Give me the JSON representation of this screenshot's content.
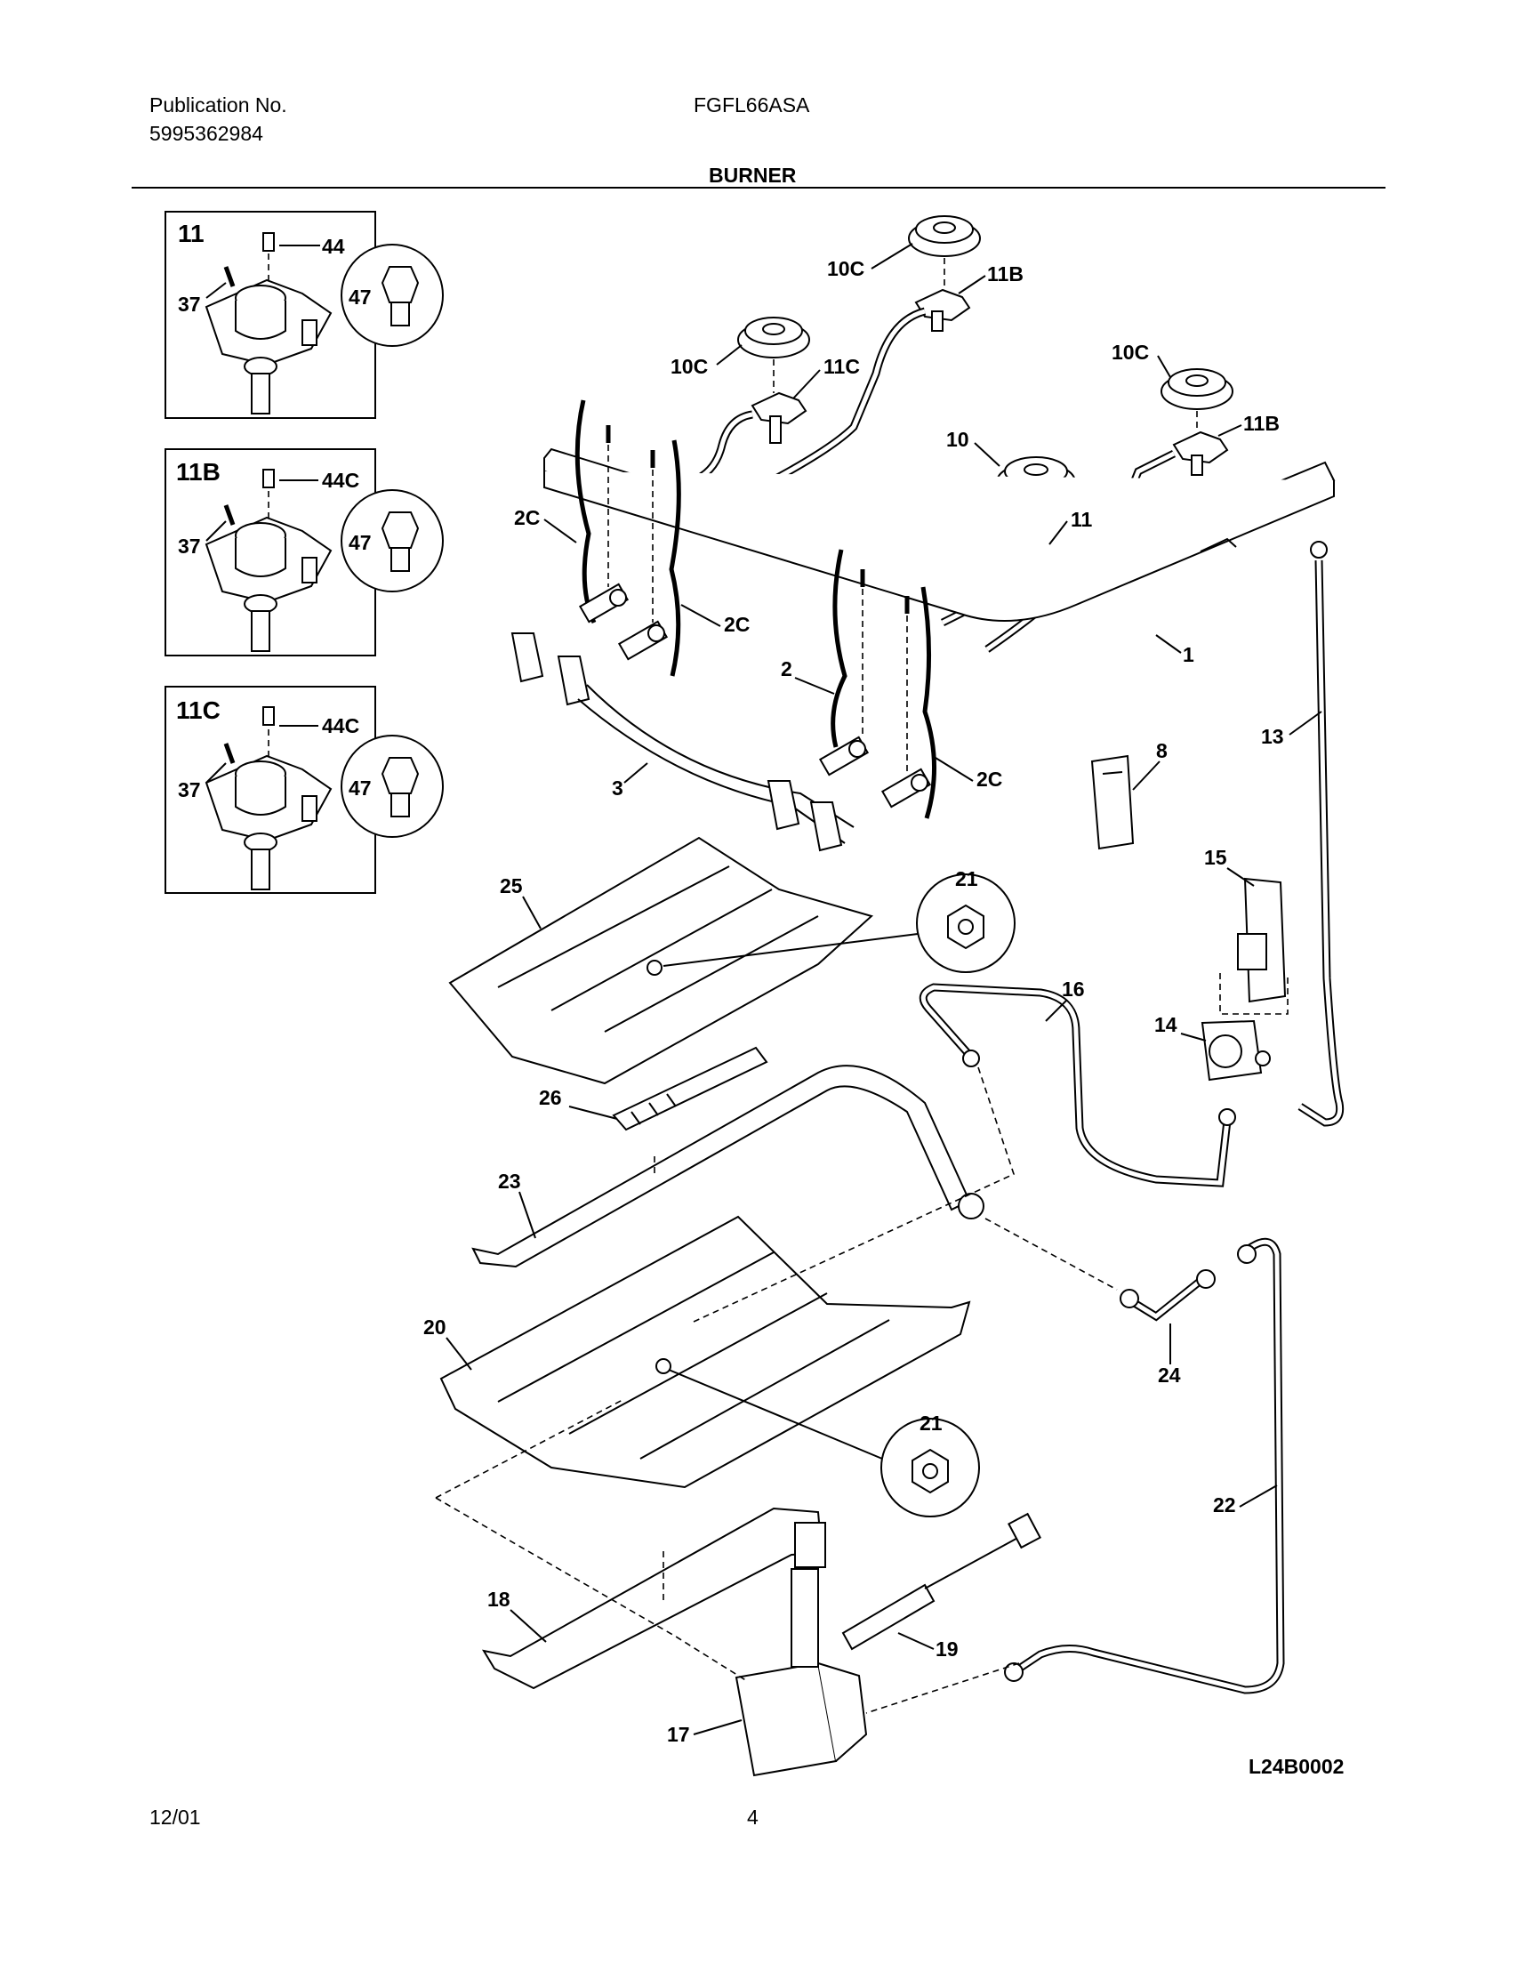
{
  "header": {
    "publication_label": "Publication No.",
    "publication_number": "5995362984",
    "model": "FGFL66ASA",
    "section_title": "BURNER"
  },
  "insets": [
    {
      "title": "11",
      "callouts": [
        "44",
        "37",
        "47"
      ]
    },
    {
      "title": "11B",
      "callouts": [
        "44C",
        "37",
        "47"
      ]
    },
    {
      "title": "11C",
      "callouts": [
        "44C",
        "37",
        "47"
      ]
    }
  ],
  "callouts": {
    "c10C_a": "10C",
    "c11B_a": "11B",
    "c10C_b": "10C",
    "c11C": "11C",
    "c10C_c": "10C",
    "c11B_b": "11B",
    "c10": "10",
    "c11": "11",
    "c2C_a": "2C",
    "c2C_b": "2C",
    "c2C_c": "2C",
    "c2": "2",
    "c3": "3",
    "c1": "1",
    "c13": "13",
    "c8": "8",
    "c15": "15",
    "c14": "14",
    "c16": "16",
    "c21_a": "21",
    "c25": "25",
    "c26": "26",
    "c23": "23",
    "c24": "24",
    "c20": "20",
    "c21_b": "21",
    "c22": "22",
    "c18": "18",
    "c19": "19",
    "c17": "17"
  },
  "diagram_code": "L24B0002",
  "footer": {
    "date": "12/01",
    "page": "4"
  }
}
